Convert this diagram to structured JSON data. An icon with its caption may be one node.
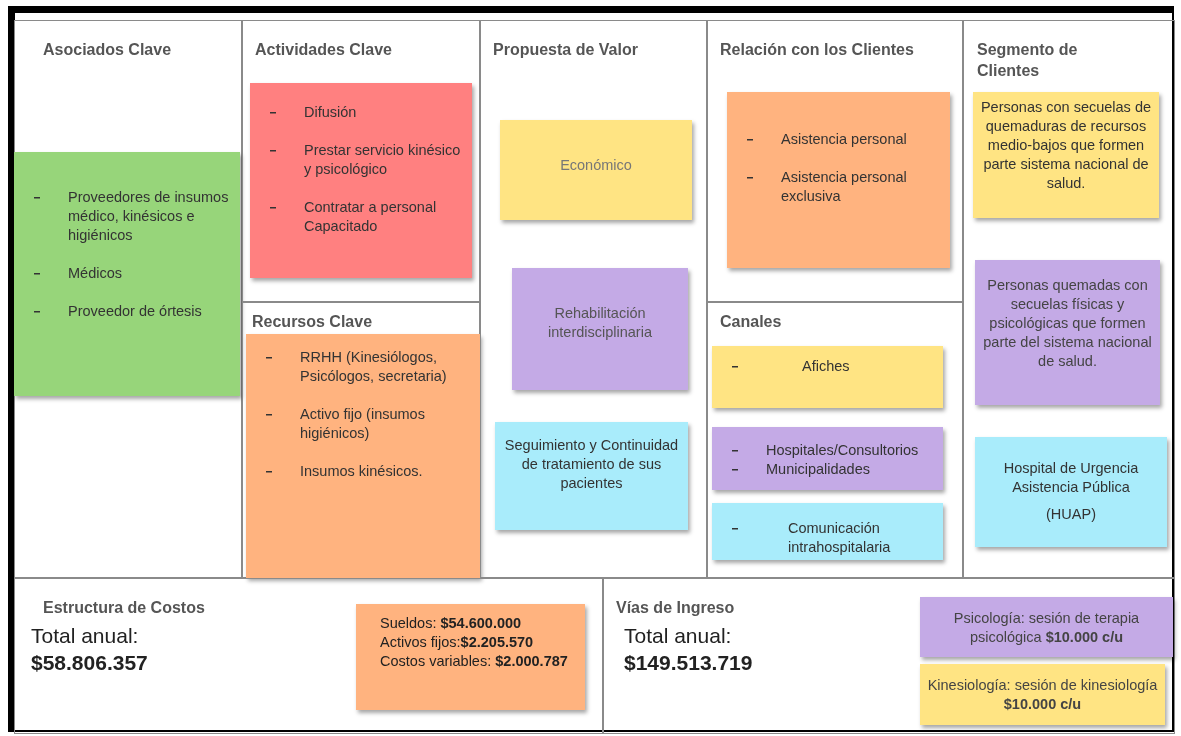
{
  "diagram": {
    "nodes": [
      {
        "text": [
          "Asociados Clave"
        ]
      },
      {
        "text": [
          "Proveedores de insumos médico, kinésicos e higiénicos",
          "Médicos",
          "Proveedor de órtesis"
        ],
        "in": 0
      },
      {
        "text": [
          "Actividades Clave"
        ]
      },
      {
        "text": [
          "Difusión",
          "Prestar servicio kinésico y psicológico",
          "Contratar a personal Capacitado"
        ],
        "in": 2
      },
      {
        "text": [
          "Recursos Clave"
        ]
      },
      {
        "text": [
          "RRHH (Kinesiólogos, Psicólogos, secretaria)",
          "Activo fijo (insumos higiénicos)",
          "Insumos kinésicos."
        ],
        "in": 4
      },
      {
        "text": [
          "Propuesta de Valor"
        ]
      },
      {
        "text": [
          "Económico"
        ],
        "in": 6
      },
      {
        "text": [
          "Rehabilitación interdisciplinaria"
        ],
        "in": 6
      },
      {
        "text": [
          "Seguimiento y Continuidad de tratamiento de sus pacientes"
        ],
        "in": 6
      },
      {
        "text": [
          "Relación con los Clientes"
        ]
      },
      {
        "text": [
          "Asistencia personal",
          "Asistencia personal exclusiva"
        ],
        "in": 10
      },
      {
        "text": [
          "Canales"
        ]
      },
      {
        "text": [
          "Afiches"
        ],
        "in": 12
      },
      {
        "text": [
          "Hospitales/Consultorios",
          "Municipalidades"
        ],
        "in": 12
      },
      {
        "text": [
          "Comunicación intrahospitalaria"
        ],
        "in": 12
      },
      {
        "text": [
          "Segmento de Clientes"
        ]
      },
      {
        "text": [
          "Personas con secuelas de quemaduras de recursos medio-bajos que formen parte sistema nacional de salud."
        ],
        "in": 16
      },
      {
        "text": [
          "Personas quemadas con secuelas físicas y psicológicas que formen parte del sistema nacional de salud."
        ],
        "in": 16
      },
      {
        "text": [
          "Hospital de Urgencia Asistencia Pública",
          "(HUAP)"
        ],
        "in": 16
      },
      {
        "text": [
          "Estructura de Costos",
          "Total anual:",
          "$58.806.357"
        ]
      },
      {
        "text": [
          "Sueldos: **$54.600.000**",
          "Activos fijos:**$2.205.570**",
          "Costos variables: **$2.000.787**"
        ],
        "in": 20
      },
      {
        "text": [
          "Vías de Ingreso",
          "Total anual:",
          "$149.513.719"
        ]
      },
      {
        "text": [
          "Psicología: sesión de terapia psicológica **$10.000 c/u**"
        ],
        "in": 22
      },
      {
        "text": [
          "Kinesiología: sesión de kinesiología **$10.000 c/u**"
        ],
        "in": 22
      }
    ]
  }
}
